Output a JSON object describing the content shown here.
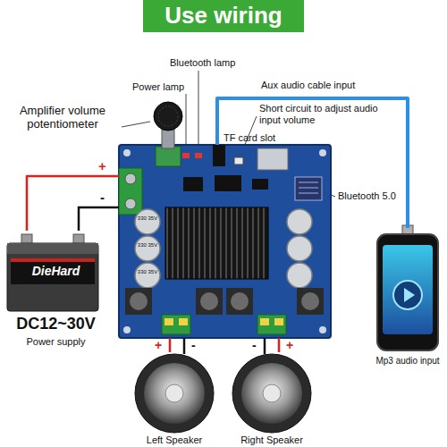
{
  "diagram": {
    "title": "Use wiring",
    "nodes": [
      {
        "text": [
          "DieHard",
          "DC12~30V",
          "Power supply"
        ]
      },
      {
        "text": [
          "330 35V",
          "330 35V",
          "330 35V"
        ]
      },
      {
        "text": [
          "Mp3 audio input"
        ]
      },
      {
        "text": [
          "Left Speaker"
        ]
      },
      {
        "text": [
          "Right Speaker"
        ]
      }
    ],
    "edges": [
      {
        "from": 0,
        "to": 1,
        "arrow": "none"
      },
      {
        "from": 2,
        "to": 1,
        "arrow": "none"
      },
      {
        "from": 1,
        "to": 3,
        "arrow": "none"
      },
      {
        "from": 1,
        "to": 4,
        "arrow": "none"
      }
    ],
    "labels": [
      "Bluetooth lamp",
      "Power lamp",
      "Aux audio cable input",
      "Amplifier volume potentiometer",
      "Short circuit to adjust audio input volume",
      "TF card slot",
      "Bluetooth 5.0",
      "+",
      "-",
      "+",
      "-",
      "-",
      "+"
    ]
  }
}
